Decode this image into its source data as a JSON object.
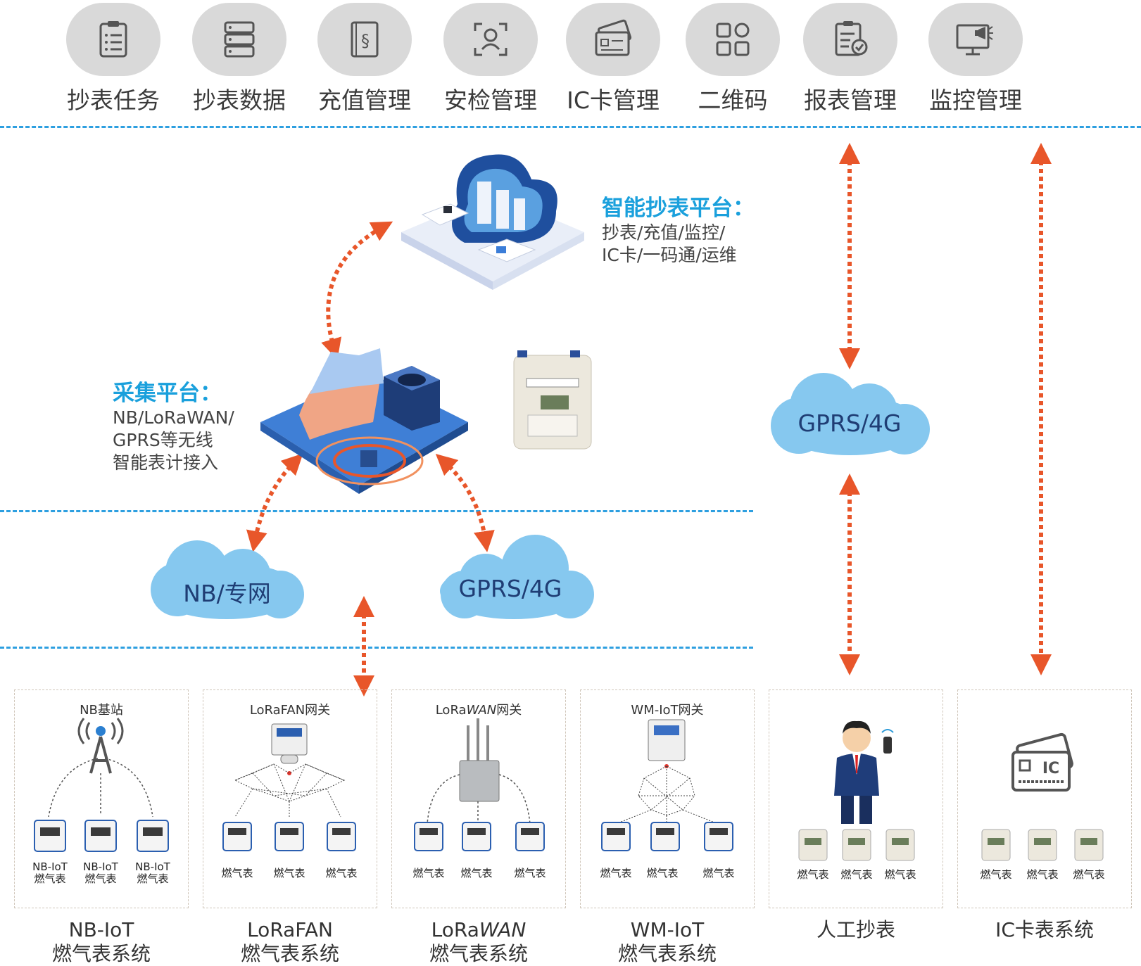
{
  "top_menu": [
    {
      "label": "抄表任务",
      "icon": "clipboard-list-icon"
    },
    {
      "label": "抄表数据",
      "icon": "server-stack-icon"
    },
    {
      "label": "充值管理",
      "icon": "recharge-book-icon"
    },
    {
      "label": "安检管理",
      "icon": "face-scan-icon"
    },
    {
      "label": "IC卡管理",
      "icon": "ic-card-icon"
    },
    {
      "label": "二维码",
      "icon": "qr-grid-icon"
    },
    {
      "label": "报表管理",
      "icon": "report-check-icon"
    },
    {
      "label": "监控管理",
      "icon": "monitor-alert-icon"
    }
  ],
  "smart_platform": {
    "heading": "智能抄表平台：",
    "line1": "抄表/充值/监控/",
    "line2": "IC卡/一码通/运维"
  },
  "collect_platform": {
    "heading": "采集平台：",
    "line1": "NB/LoRaWAN/",
    "line2": "GPRS等无线",
    "line3": "智能表计接入"
  },
  "clouds": {
    "right_gprs": "GPRS/4G",
    "nb_private": "NB/专网",
    "center_gprs": "GPRS/4G"
  },
  "panels": [
    {
      "title": "NB基站",
      "meters": [
        "NB-IoT\n燃气表",
        "NB-IoT\n燃气表",
        "NB-IoT\n燃气表"
      ],
      "system": "NB-IoT\n燃气表系统"
    },
    {
      "title": "LoRaFAN网关",
      "meters": [
        "燃气表",
        "燃气表",
        "燃气表"
      ],
      "system": "LoRaFAN\n燃气表系统"
    },
    {
      "title_plain": "LoRa",
      "title_italic": "WAN",
      "title_suffix": "网关",
      "meters": [
        "燃气表",
        "燃气表",
        "燃气表"
      ],
      "system_plain": "LoRa",
      "system_italic": "WAN",
      "system_line2": "燃气表系统"
    },
    {
      "title": "WM-IoT网关",
      "meters": [
        "燃气表",
        "燃气表",
        "燃气表"
      ],
      "system": "WM-IoT\n燃气表系统"
    },
    {
      "title": "",
      "meters": [
        "燃气表",
        "燃气表",
        "燃气表"
      ],
      "system": "人工抄表"
    },
    {
      "title": "",
      "ic_card_label": "IC",
      "meters": [
        "燃气表",
        "燃气表",
        "燃气表"
      ],
      "system": "IC卡表系统"
    }
  ],
  "colors": {
    "accent_blue": "#1aa0dc",
    "dash_blue": "#2d9fe0",
    "arrow_orange": "#e8562a",
    "cloud_blue": "#86c8ef",
    "icon_circle": "#d9d9d9"
  }
}
